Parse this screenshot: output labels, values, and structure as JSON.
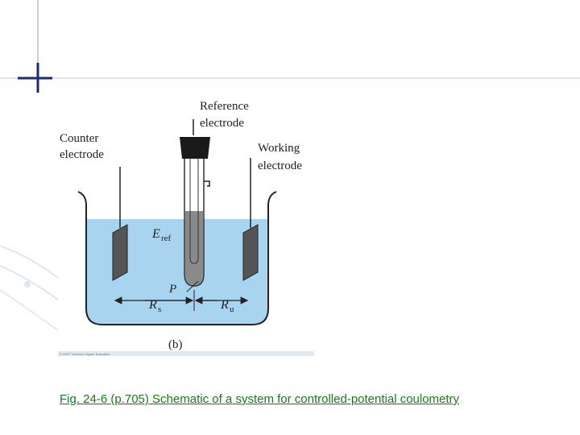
{
  "figure": {
    "labels": {
      "reference_electrode": [
        "Reference",
        "electrode"
      ],
      "counter_electrode": [
        "Counter",
        "electrode"
      ],
      "working_electrode": [
        "Working",
        "electrode"
      ],
      "e_ref": "E",
      "e_ref_sub": "ref",
      "point": "P",
      "r_s": "R",
      "r_s_sub": "s",
      "r_u": "R",
      "r_u_sub": "u",
      "panel": "(b)"
    },
    "copyright": "© 2007 Thomson Higher Education"
  },
  "caption": "Fig. 24-6 (p.705) Schematic of a system for controlled-potential coulometry",
  "colors": {
    "solution": "#a8d4f0",
    "electrode": "#555555",
    "stopper": "#1a1a1a",
    "tube_fill": "#8a8a8a",
    "caption": "#1a7a1a",
    "slide_line": "#1c2b6e"
  }
}
